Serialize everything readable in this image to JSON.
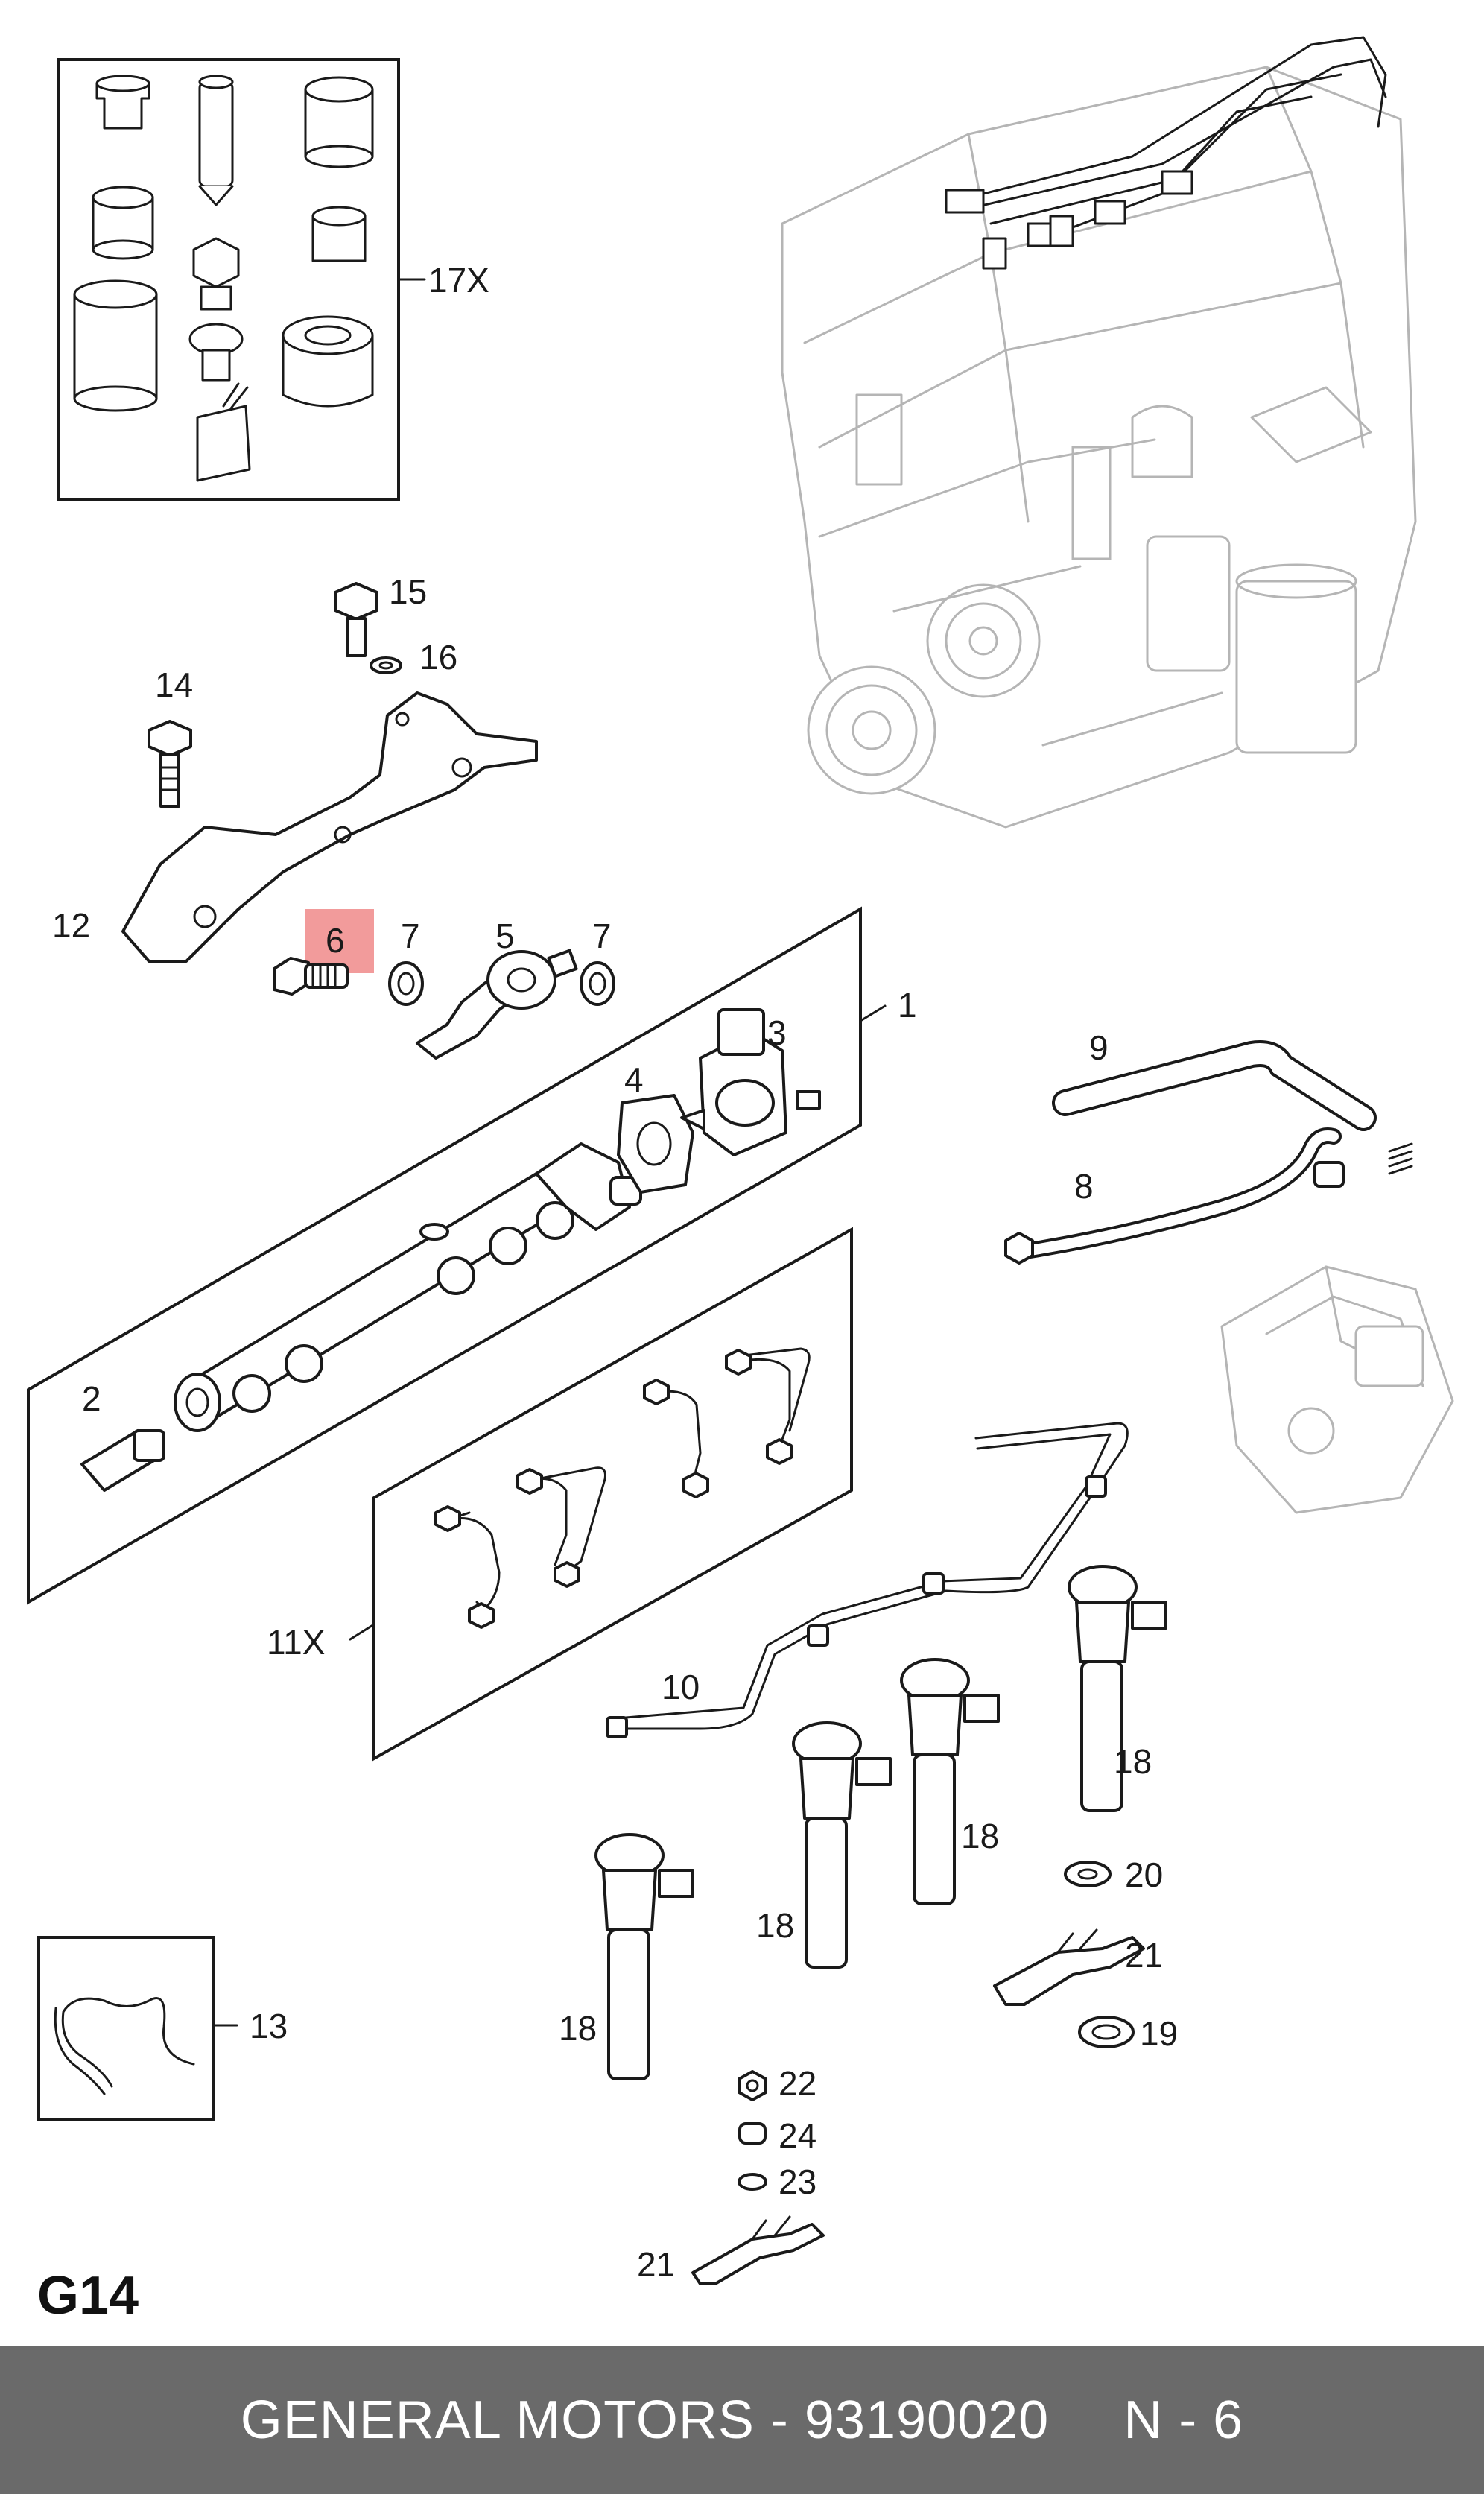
{
  "diagram_code": "G14",
  "footer": {
    "part_text": "GENERAL MOTORS - 93190020",
    "position_text": "N - 6"
  },
  "highlight": {
    "label": "6",
    "color": "#f08a8a"
  },
  "callouts": {
    "c1": "1",
    "c2": "2",
    "c3": "3",
    "c4": "4",
    "c5": "5",
    "c6": "6",
    "c7a": "7",
    "c7b": "7",
    "c8": "8",
    "c9": "9",
    "c10": "10",
    "c11x": "11X",
    "c12": "12",
    "c13": "13",
    "c14": "14",
    "c15": "15",
    "c16": "16",
    "c17x": "17X",
    "c18a": "18",
    "c18b": "18",
    "c18c": "18",
    "c18d": "18",
    "c19": "19",
    "c20": "20",
    "c21a": "21",
    "c21b": "21",
    "c22": "22",
    "c23": "23",
    "c24": "24"
  }
}
